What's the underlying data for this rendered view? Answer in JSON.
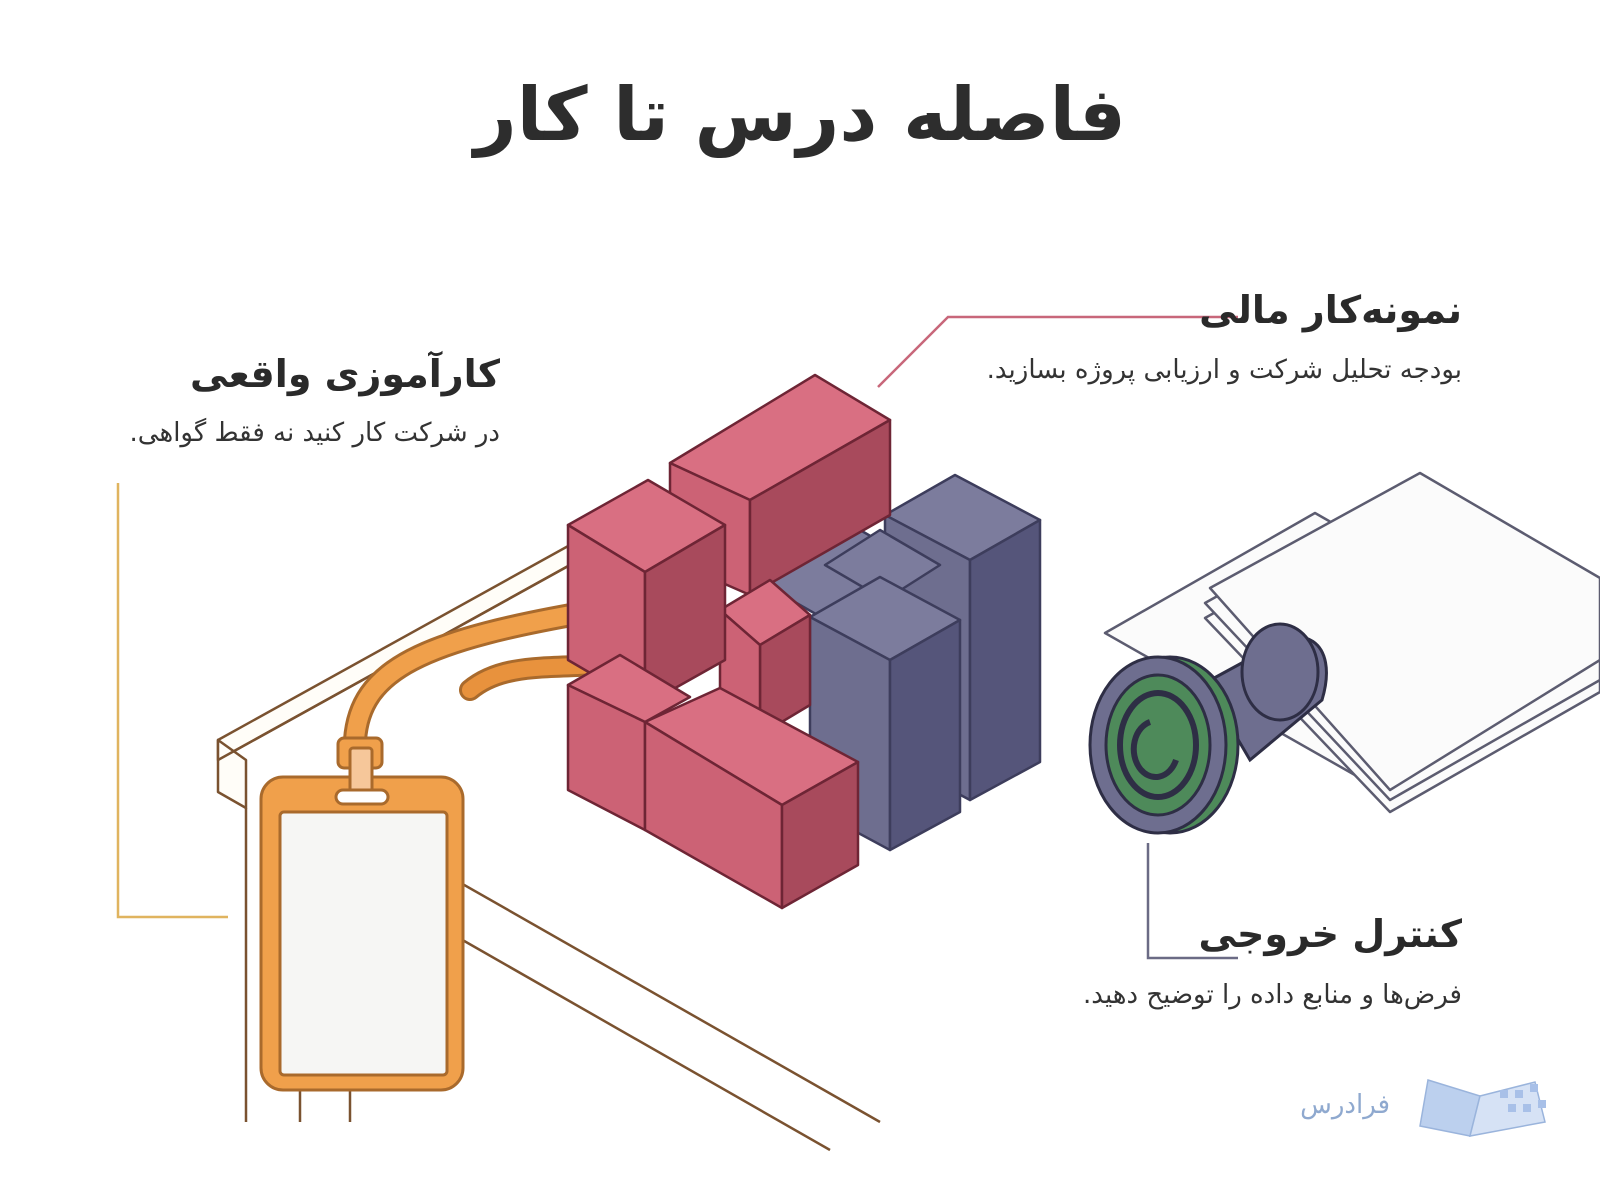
{
  "title": "فاصله درس تا کار",
  "sections": {
    "internship": {
      "heading": "کارآموزی واقعی",
      "description": "در شرکت کار کنید نه فقط گواهی."
    },
    "financial_sample": {
      "heading": "نمونه‌کار مالی",
      "description": "بودجه تحلیل شرکت و ارزیابی پروژه بسازید."
    },
    "output_control": {
      "heading": "کنترل خروجی",
      "description": "فرض‌ها و منابع داده را توضیح دهید."
    }
  },
  "logo": {
    "text": "فرادرس"
  },
  "colors": {
    "red_block": "#cc6275",
    "red_top": "#d96f82",
    "red_dark": "#a84a5c",
    "purple_block": "#6e6e8f",
    "purple_dark": "#55557a",
    "lanyard": "#f0a04b",
    "stamp_ring": "#4e8a5a",
    "line_intern": "#e0b45f",
    "line_fin": "#c8677a",
    "line_out": "#6b6b85"
  }
}
